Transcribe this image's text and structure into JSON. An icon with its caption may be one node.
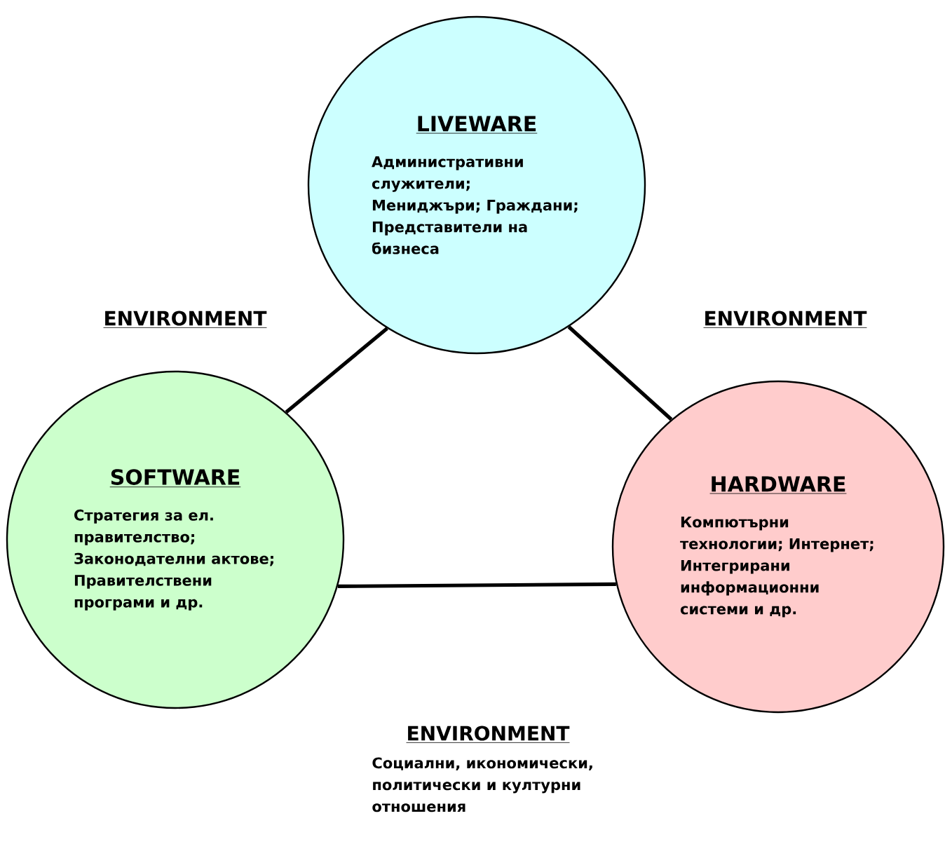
{
  "diagram": {
    "nodes": [
      {
        "text": [
          "LIVEWARE",
          "Административни служители; Мениджъри; Граждани; Представители на бизнеса"
        ]
      },
      {
        "text": [
          "SOFTWARE",
          "Стратегия за ел. правителство; Законодателни актове; Правителствени програми  и др."
        ]
      },
      {
        "text": [
          "HARDWARE",
          "Компютърни технологии; Интернет; Интегрирани информационни системи и др."
        ]
      }
    ],
    "edges": [
      {
        "from": 0,
        "to": 1,
        "arrow": "none"
      },
      {
        "from": 0,
        "to": 2,
        "arrow": "none"
      },
      {
        "from": 1,
        "to": 2,
        "arrow": "none"
      }
    ],
    "labels": [
      "ENVIRONMENT",
      "ENVIRONMENT",
      "ENVIRONMENT",
      "Социални, икономически, политически и културни отношения"
    ]
  }
}
